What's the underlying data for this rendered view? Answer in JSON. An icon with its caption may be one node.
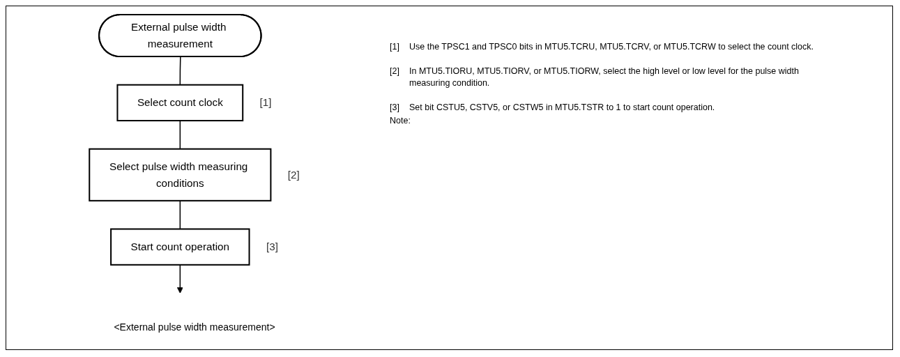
{
  "diagram": {
    "caption": "<External pulse width measurement>",
    "nodes": [
      {
        "text": [
          "External pulse width measurement"
        ]
      },
      {
        "text": [
          "Select count clock"
        ],
        "beside": [
          "[1]"
        ]
      },
      {
        "text": [
          "Select pulse width measuring conditions"
        ],
        "beside": [
          "[2]"
        ]
      },
      {
        "text": [
          "Start count operation"
        ],
        "beside": [
          "[3]"
        ]
      }
    ],
    "edges": [
      {
        "from": 0,
        "to": 1,
        "arrow": "none"
      },
      {
        "from": 1,
        "to": 2,
        "arrow": "none"
      },
      {
        "from": 2,
        "to": 3,
        "arrow": "none"
      },
      {
        "from": 3,
        "to": null,
        "arrow": "to"
      }
    ],
    "labels": [
      "[1]",
      "Use the TPSC1 and TPSC0 bits in MTU5.TCRU, MTU5.TCRV, or MTU5.TCRW to select the count clock.",
      "[2]",
      "In MTU5.TIORU, MTU5.TIORV, or MTU5.TIORW, select the high level or low level for the pulse width measuring condition.",
      "[3]",
      "Set bit CSTU5, CSTV5, or CSTW5 in MTU5.TSTR to 1 to start count operation.",
      "Note:"
    ]
  }
}
